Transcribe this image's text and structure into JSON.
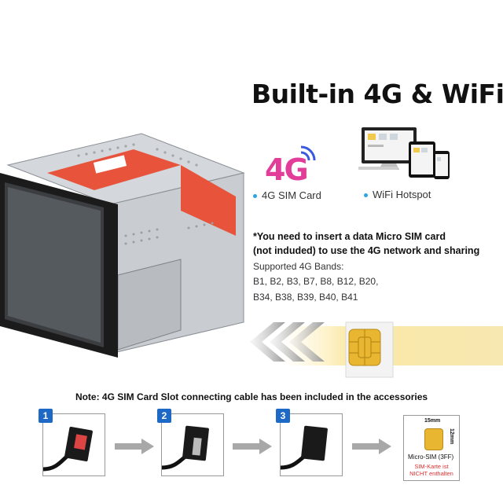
{
  "headline": "Built-in 4G & WiFi",
  "features": {
    "sim": {
      "icon": "4g-signal-icon",
      "icon_text": "4G",
      "label": "4G SIM Card"
    },
    "wifi": {
      "icon": "devices-icon",
      "label": "WiFi Hotspot"
    }
  },
  "notice_line1": "*You need to insert a data Micro SIM card",
  "notice_line2": "(not induded) to use the 4G network and sharing",
  "bands": {
    "title": "Supported 4G Bands:",
    "line1": "B1, B2, B3, B7, B8, B12, B20,",
    "line2": "B34, B38, B39, B40, B41"
  },
  "bottom_note": "Note: 4G SIM Card Slot connecting cable has been included in the accessories",
  "steps": [
    {
      "number": "1"
    },
    {
      "number": "2"
    },
    {
      "number": "3"
    }
  ],
  "sim_card": {
    "width_label": "15mm",
    "height_label": "12mm",
    "name": "Micro-SIM (3FF)",
    "warning_line1": "SIM-Karte ist",
    "warning_line2": "NICHT enthalten"
  },
  "colors": {
    "accent_blue": "#2aa6e0",
    "step_blue": "#1e68c6",
    "sticker_red": "#e8533c",
    "chip_gold": "#e8b630",
    "warning_red": "#e03030"
  }
}
